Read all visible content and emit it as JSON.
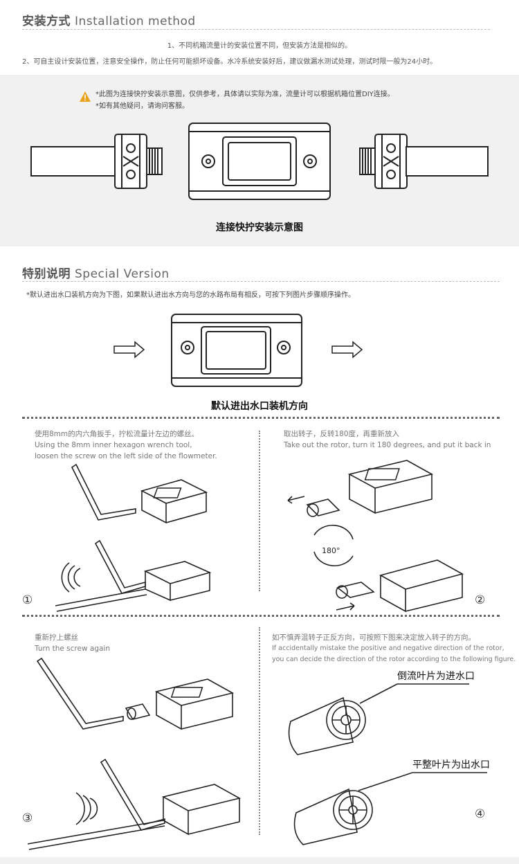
{
  "install": {
    "title_cn": "安装方式",
    "title_en": "Installation method",
    "line1": "1、不同机箱流量计的安装位置不同，但安装方法是相似的。",
    "line2": "2、可自主设计安装位置，注意安全操作，防止任何可能损坏设备。水冷系统安装好后，建议做漏水测试处理，测试时限一般为24小时。",
    "warn1": "*此图为连接快拧安装示意图，仅供参考，具体请以实际为准，流量计可以根据机箱位置DIY连接。",
    "warn2": "*如有其他疑问，请询问客服。",
    "diagram_caption": "连接快拧安装示意图"
  },
  "special": {
    "title_cn": "特别说明",
    "title_en": "Special Version",
    "note": "*默认进出水口装机方向为下图，如果默认进出水方向与您的水路布局有相反，可按下列图片步骤顺序操作。",
    "diagram_caption": "默认进出水口装机方向"
  },
  "steps": [
    {
      "number": "①",
      "lines": [
        "使用8mm的内六角扳手，拧松流量计左边的螺丝。",
        "Using the 8mm inner hexagon wrench tool,",
        "loosen the screw on the left side of the flowmeter."
      ]
    },
    {
      "number": "②",
      "lines": [
        "取出转子，反转180度，再重新放入",
        "Take out the rotor, turn it 180 degrees, and put it back in"
      ],
      "rotation_label": "180°"
    },
    {
      "number": "③",
      "lines": [
        "重新拧上螺丝",
        "Turn the screw again"
      ]
    },
    {
      "number": "④",
      "lines": [
        "如不慎弄混转子正反方向，可按照下图来决定放入转子的方向。",
        "If accidentally mistake the positive and negative direction of the rotor,",
        " you can decide the direction of the rotor according to the following figure."
      ],
      "label_inlet": "倒流叶片为进水口",
      "label_outlet": "平整叶片为出水口"
    }
  ],
  "colors": {
    "band": "#f1f1f1",
    "warning": "#e8a21c",
    "line": "#222222"
  }
}
